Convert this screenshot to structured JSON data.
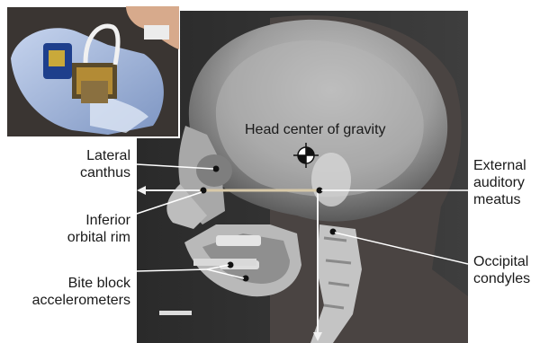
{
  "labels": {
    "head_cg": "Head center of gravity",
    "lateral_canthus": [
      "Lateral",
      "canthus"
    ],
    "inferior_orbital_rim": [
      "Inferior",
      "orbital rim"
    ],
    "bite_block_accelerometers": [
      "Bite block",
      "accelerometers"
    ],
    "external_auditory_meatus": [
      "External",
      "auditory",
      "meatus"
    ],
    "occipital_condyles": [
      "Occipital",
      "condyles"
    ]
  },
  "colors": {
    "xray_dark": "#1c1c1c",
    "skull_light": "#dcdcdc",
    "reference_line": "#d8c9a8",
    "arrow": "#f2f2f2",
    "inset_bg": "#3a3532",
    "inset_clay": "#9fb3d6"
  }
}
